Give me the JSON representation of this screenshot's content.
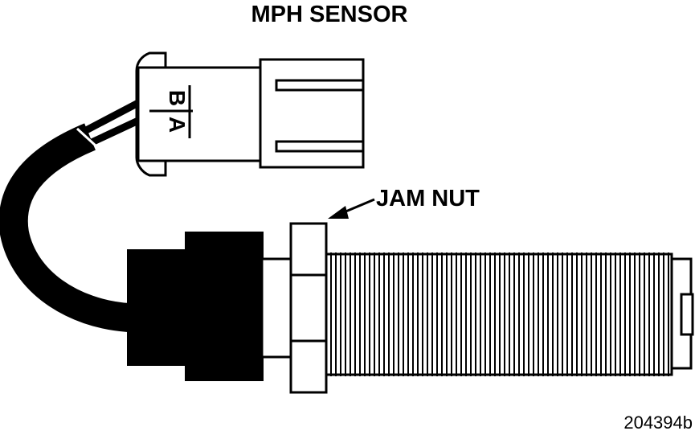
{
  "title": "MPH SENSOR",
  "callouts": {
    "jam_nut": "JAM NUT"
  },
  "connector": {
    "terminal_b": "B",
    "terminal_a": "A"
  },
  "figure_number": "204394b",
  "colors": {
    "ink": "#000000",
    "paper": "#ffffff"
  }
}
